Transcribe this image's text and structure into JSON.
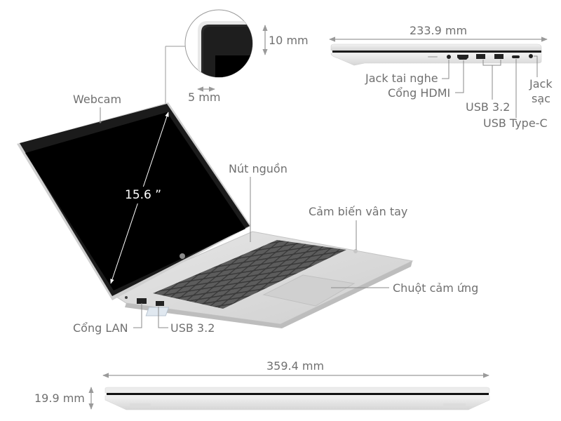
{
  "diagram": {
    "subject": "Laptop dimensions and ports",
    "colors": {
      "label_text": "#707070",
      "leader_line": "#8a8a8a",
      "chassis_silver": "#d9d9d9",
      "chassis_light": "#ececec",
      "screen": "#000000",
      "bezel": "#1c1c1c",
      "keyboard": "#4a4a4a",
      "background": "#ffffff"
    },
    "bezel_zoom": {
      "top_bezel": "10 mm",
      "side_bezel": "5 mm"
    },
    "main_view": {
      "screen_size": "15.6 ”",
      "labels": {
        "webcam": "Webcam",
        "power_button": "Nút nguồn",
        "fingerprint": "Cảm biến vân tay",
        "touchpad": "Chuột cảm ứng",
        "lan_port": "Cổng LAN",
        "usb_left": "USB 3.2"
      }
    },
    "side_view": {
      "depth": "233.9 mm",
      "ports": {
        "headphone_jack": "Jack tai nghe",
        "hdmi": "Cổng HDMI",
        "usb": "USB 3.2",
        "usb_c": "USB Type-C",
        "charging_line1": "Jack",
        "charging_line2": "sạc"
      }
    },
    "front_view": {
      "width": "359.4 mm",
      "thickness": "19.9 mm"
    }
  }
}
